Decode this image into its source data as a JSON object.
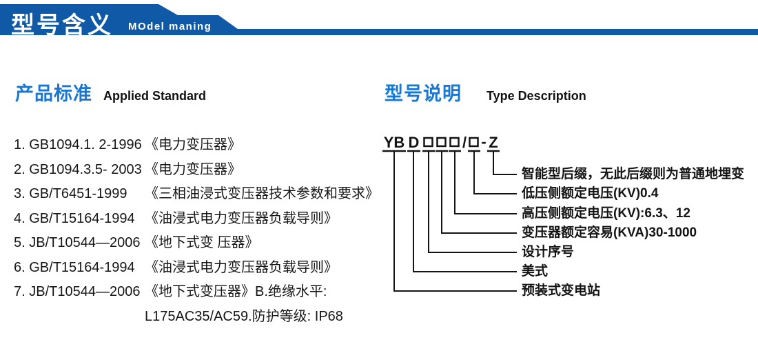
{
  "header": {
    "title_cn": "型号含义",
    "title_en": "MOdel maning"
  },
  "standards": {
    "heading_cn": "产品标准",
    "heading_en": "Applied Standard",
    "items": [
      {
        "code": "1. GB1094.1. 2-1996",
        "title": "《电力变压器》"
      },
      {
        "code": "2. GB1094.3.5- 2003",
        "title": "《电力变压器》"
      },
      {
        "code": "3. GB/T6451-1999",
        "title": "《三相油浸式变压器技术参数和要求》"
      },
      {
        "code": "4. GB/T15164-1994",
        "title": "《油浸式电力变压器负载导则》"
      },
      {
        "code": "5. JB/T10544—2006",
        "title": "《地下式变 压器》"
      },
      {
        "code": "6. GB/T15164-1994",
        "title": "《油浸式电力变压器负载导则》"
      },
      {
        "code": "7. JB/T10544—2006",
        "title": "《地下式变压器》B.绝缘水平:"
      }
    ],
    "continuation": "L175AC35/AC59.防护等级: IP68"
  },
  "model": {
    "heading_cn": "型号说明",
    "heading_en": "Type Description",
    "code_parts": {
      "p1": "YB",
      "p2": "D",
      "slash": "/",
      "dash": "-",
      "suffix": "Z"
    },
    "labels": [
      "智能型后缀，无此后缀则为普通地埋变",
      "低压侧额定电压(KV)0.4",
      "高压侧额定电压(KV):6.3、12",
      "变压器额定容易(KVA)30-1000",
      "设计序号",
      "美式",
      "预装式变电站"
    ]
  },
  "colors": {
    "banner_blue": "#1059A7",
    "heading_blue": "#1677D4",
    "text": "#161616"
  }
}
